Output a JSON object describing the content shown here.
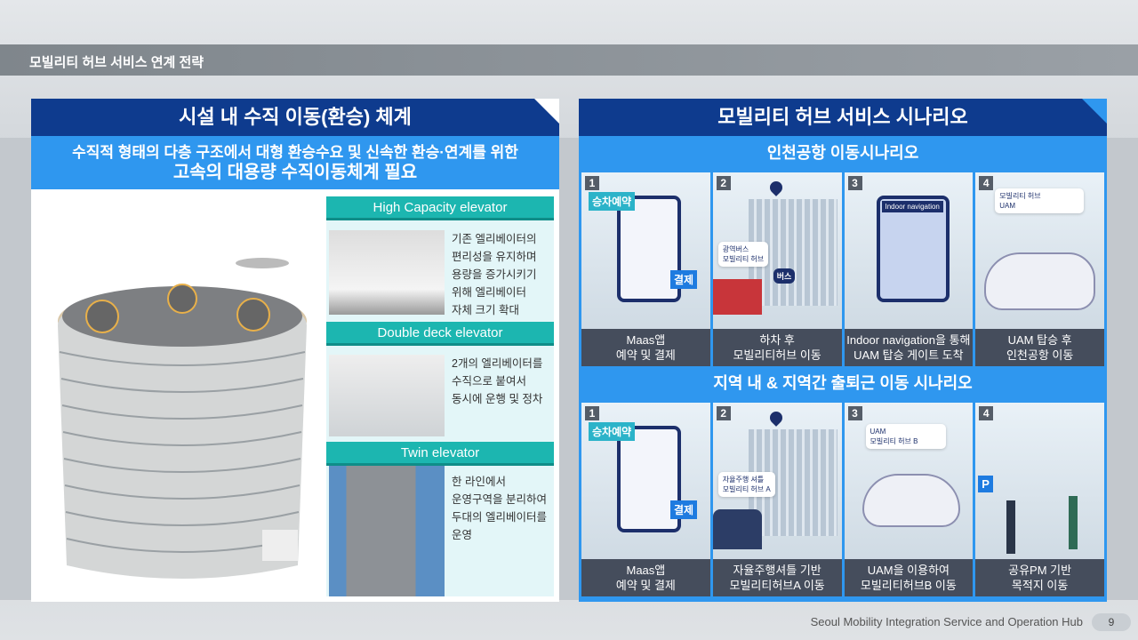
{
  "header": {
    "title": "모빌리티 허브 서비스 연계 전략"
  },
  "left": {
    "title": "시설 내 수직 이동(환승) 체계",
    "subtitle_line1": "수직적 형태의 다층 구조에서 대형 환승수요 및 신속한 환승·연계를 위한",
    "subtitle_line2": "고속의  대용량 수직이동체계 필요",
    "elevators": [
      {
        "name": "High Capacity  elevator",
        "desc": "기존 엘리베이터의\n편리성을 유지하며\n용량을 증가시키기\n위해 엘리베이터\n자체 크기 확대"
      },
      {
        "name": "Double deck elevator",
        "desc": "2개의 엘리베이터를\n수직으로 붙여서\n동시에 운행 및 정차"
      },
      {
        "name": "Twin elevator",
        "desc": "한 라인에서\n운영구역을 분리하여\n두대의 엘리베이터를\n운영"
      }
    ]
  },
  "right": {
    "title": "모빌리티 허브 서비스 시나리오",
    "scenario1": {
      "title": "인천공항 이동시나리오",
      "cards": [
        {
          "num": "1",
          "caption": "Maas앱\n예약 및 결제",
          "tag1": "승차예약",
          "tag2": "결제"
        },
        {
          "num": "2",
          "caption": "하차 후\n모빌리티허브 이동",
          "bubble": "광역버스\n모빌리티 허브",
          "sign": "버스"
        },
        {
          "num": "3",
          "caption": "Indoor navigation을 통해\nUAM 탑승 게이트 도착",
          "screen": "Indoor navigation"
        },
        {
          "num": "4",
          "caption": "UAM 탑승 후\n인천공항 이동",
          "bubble": "모빌리티 허브\nUAM"
        }
      ]
    },
    "scenario2": {
      "title": "지역 내 & 지역간 출퇴근 이동 시나리오",
      "cards": [
        {
          "num": "1",
          "caption": "Maas앱\n예약 및 결제",
          "tag1": "승차예약",
          "tag2": "결제"
        },
        {
          "num": "2",
          "caption": "자율주행셔틀 기반\n모빌리티허브A 이동",
          "bubble": "자율주행 셔틀\n모빌리티 허브 A"
        },
        {
          "num": "3",
          "caption": "UAM을 이용하여\n모빌리티허브B 이동",
          "bubble": "UAM\n모빌리티 허브 B"
        },
        {
          "num": "4",
          "caption": "공유PM 기반\n목적지 이동",
          "sign": "P"
        }
      ]
    }
  },
  "footer": {
    "text": "Seoul Mobility Integration Service and Operation Hub",
    "page": "9"
  },
  "colors": {
    "dark_blue": "#0e3b8e",
    "blue": "#2f97ef",
    "teal": "#1cb6b0",
    "caption_bg": "#454d5c"
  }
}
